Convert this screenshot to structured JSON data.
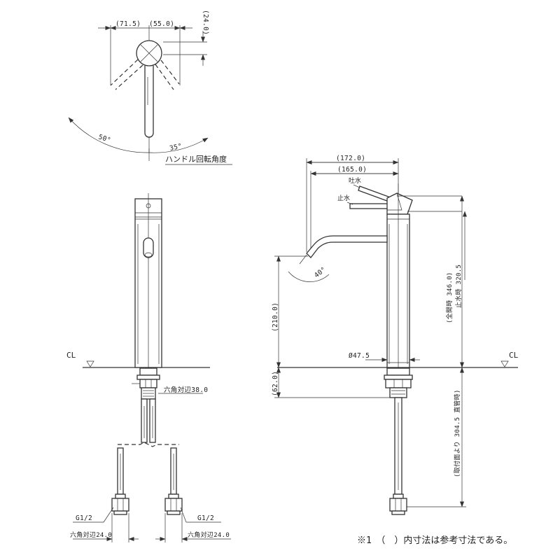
{
  "top_view": {
    "dim_left": "(71.5)",
    "dim_right": "(55.0)",
    "dim_side": "(24.0)",
    "angle_left": "50°",
    "angle_right": "35°",
    "caption": "ハンドル回転角度"
  },
  "front_view": {
    "cl_label": "CL",
    "hex_main": "六角対辺38.0",
    "thread_left": "G1/2",
    "thread_right": "G1/2",
    "hex_left": "六角対辺24.0",
    "hex_right": "六角対辺24.0"
  },
  "side_view": {
    "dim_width_outer": "(172.0)",
    "dim_width_inner": "(165.0)",
    "label_spout": "吐水",
    "label_stop": "止水",
    "angle_spout": "40°",
    "dim_height_spout": "(210.0)",
    "dim_total": "(全開時 346.0)",
    "dim_stop": "止水時 320.5",
    "dim_diameter": "Ø47.5",
    "dim_below": "(62.0)",
    "dim_pipe": "(取付面より 304.5 直管時)",
    "cl_label": "CL"
  },
  "note": "※1　（　）内寸法は参考寸法である。"
}
